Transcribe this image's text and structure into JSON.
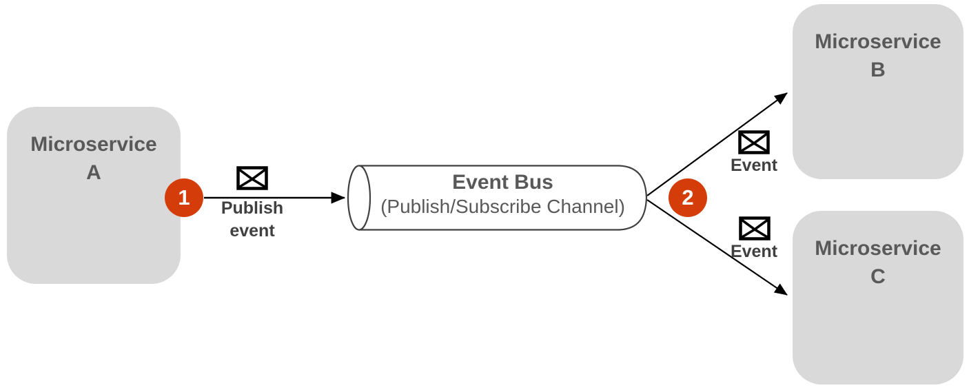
{
  "diagram": {
    "services": [
      {
        "name_line1": "Microservice",
        "name_line2": "A"
      },
      {
        "name_line1": "Microservice",
        "name_line2": "B"
      },
      {
        "name_line1": "Microservice",
        "name_line2": "C"
      }
    ],
    "event_bus": {
      "title": "Event Bus",
      "subtitle": "(Publish/Subscribe Channel)"
    },
    "steps": [
      {
        "number": "1"
      },
      {
        "number": "2"
      }
    ],
    "edge_labels": {
      "publish_line1": "Publish",
      "publish_line2": "event",
      "event_to_b": "Event",
      "event_to_c": "Event"
    },
    "icons": {
      "message": "envelope-icon"
    },
    "colors": {
      "service_fill": "#d9d9d9",
      "service_text": "#595959",
      "edge_label_text": "#404040",
      "step_badge_fill": "#d43d0a",
      "step_badge_text": "#ffffff",
      "connector": "#000000",
      "bus_stroke": "#404040",
      "bus_fill": "#ffffff",
      "background": "#ffffff"
    }
  }
}
